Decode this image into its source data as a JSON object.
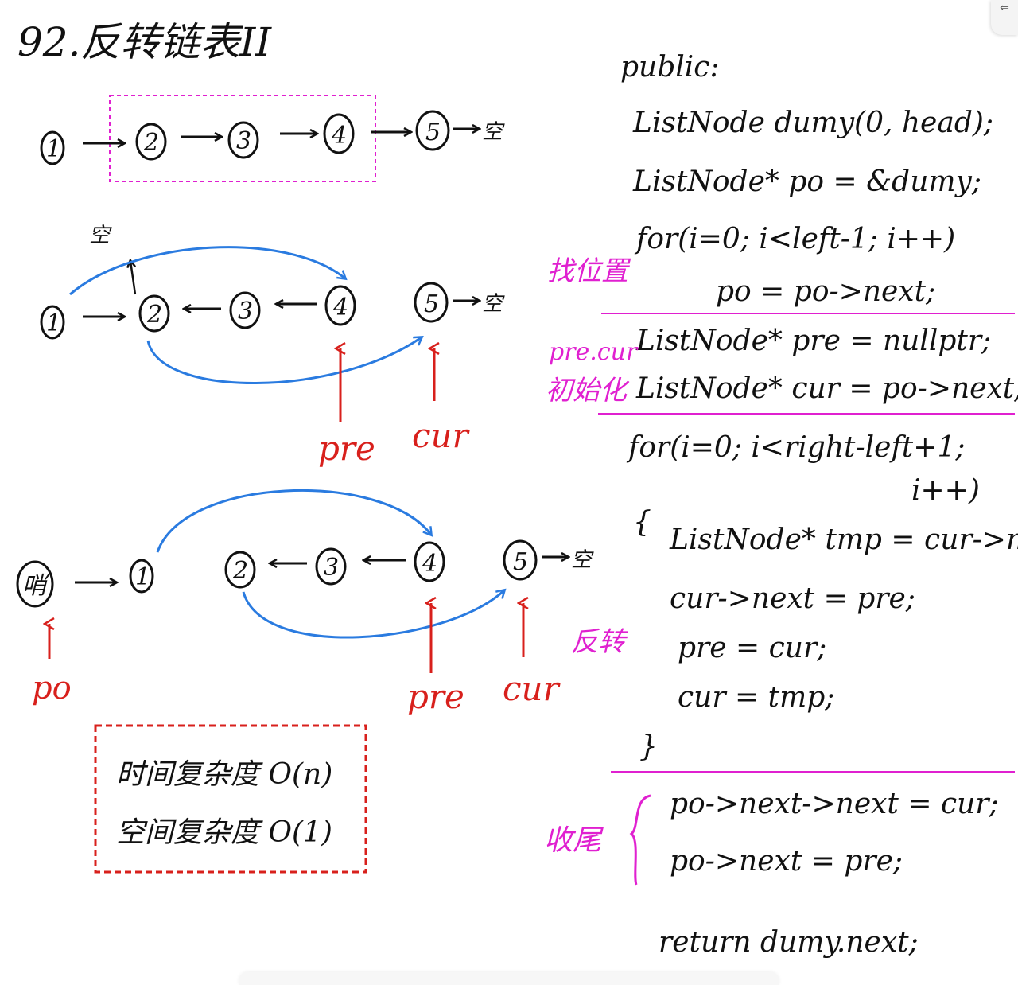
{
  "title": "92.反转链表II",
  "empty": "空",
  "diagram1": {
    "nodes": [
      "1",
      "2",
      "3",
      "4",
      "5"
    ]
  },
  "diagram2": {
    "nodes": [
      "1",
      "2",
      "3",
      "4",
      "5"
    ],
    "pre": "pre",
    "cur": "cur"
  },
  "diagram3": {
    "dummy": "哨",
    "nodes": [
      "1",
      "2",
      "3",
      "4",
      "5"
    ],
    "po": "po",
    "pre": "pre",
    "cur": "cur"
  },
  "complexity": {
    "time": "时间复杂度 O(n)",
    "space": "空间复杂度 O(1)"
  },
  "annotations": {
    "find_position": "找位置",
    "init_line1": "pre.cur",
    "init_line2": "初始化",
    "reverse": "反转",
    "finish": "收尾"
  },
  "code": {
    "l1": "public:",
    "l2": "ListNode dumy(0, head);",
    "l3": "ListNode* po = &dumy;",
    "l4": "for(i=0; i<left-1; i++)",
    "l5": "po = po->next;",
    "l6": "ListNode* pre = nullptr;",
    "l7": "ListNode* cur = po->next;",
    "l8": "for(i=0; i<right-left+1;",
    "l9": "i++)",
    "l10": "{",
    "l11": "ListNode* tmp = cur->next;",
    "l12": "cur->next = pre;",
    "l13": "pre = cur;",
    "l14": "cur = tmp;",
    "l15": "}",
    "l16": "po->next->next = cur;",
    "l17": "po->next = pre;",
    "l18": "return dumy.next;"
  },
  "colors": {
    "ink": "#111111",
    "red": "#d8201c",
    "blue": "#2a7be0",
    "magenta": "#e020d0"
  },
  "ui": {
    "corner_icon": "back-arrow-icon",
    "corner_glyph": "⇐"
  }
}
